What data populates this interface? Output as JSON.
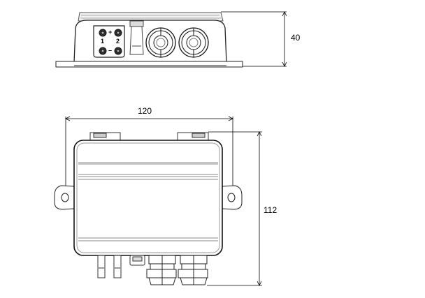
{
  "dimensions": {
    "height_top_view": "40",
    "width": "120",
    "height_bottom_view": "112"
  },
  "terminals": {
    "plus": "+",
    "minus": "–",
    "label_1": "1",
    "label_2": "2"
  }
}
